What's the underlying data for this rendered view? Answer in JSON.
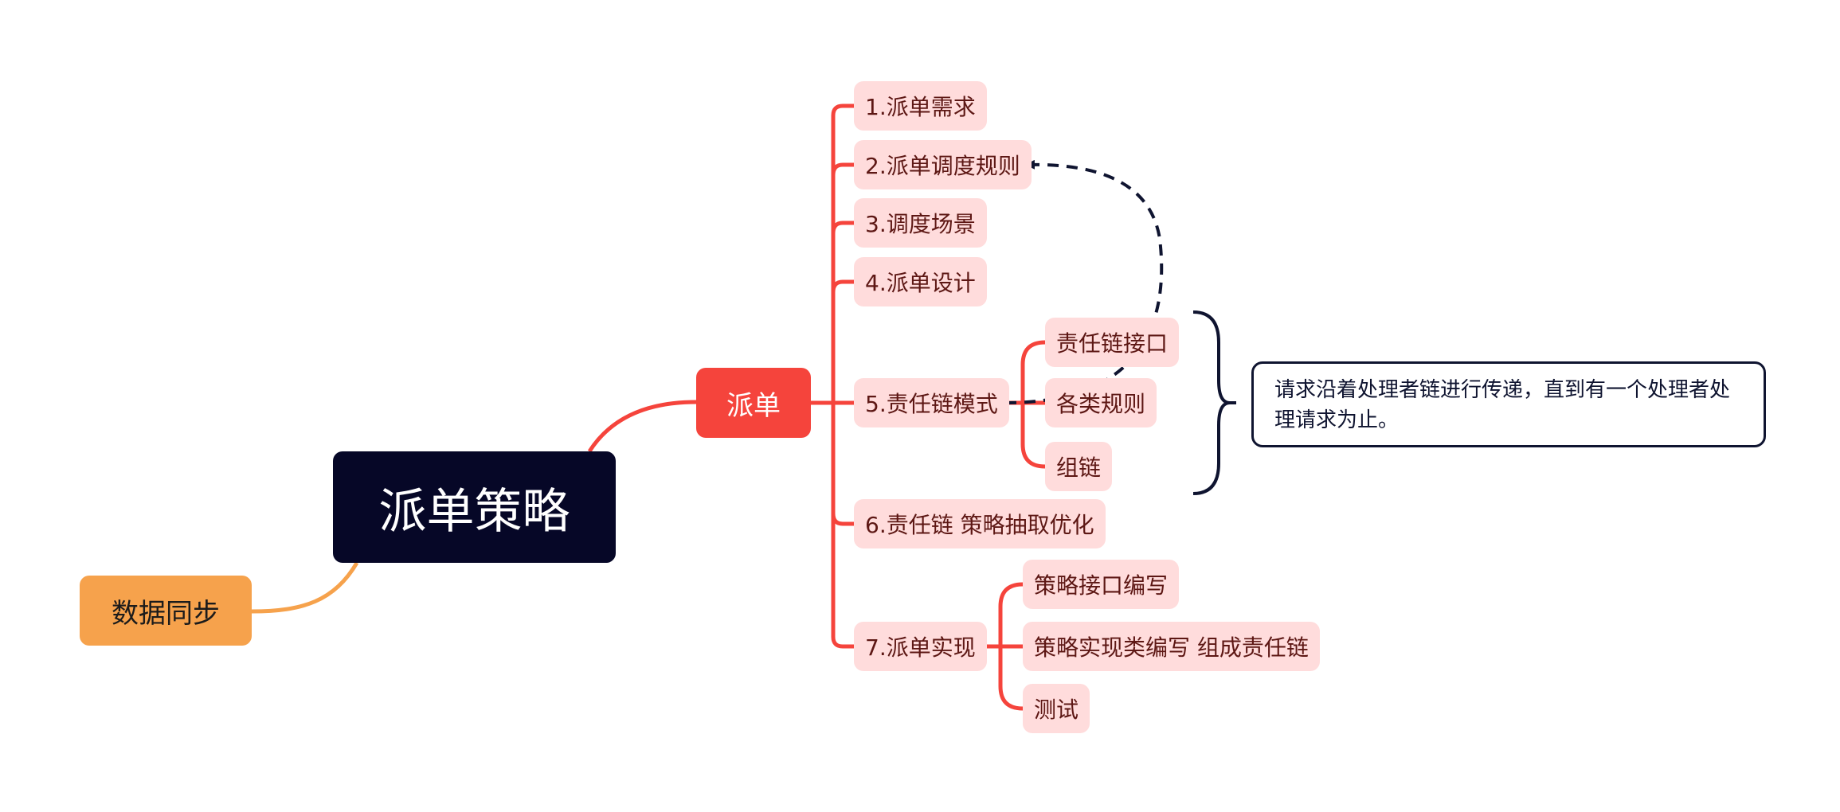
{
  "root": {
    "label": "派单策略"
  },
  "side_topic": {
    "label": "数据同步"
  },
  "main_topic": {
    "label": "派单"
  },
  "steps": [
    {
      "label": "1.派单需求"
    },
    {
      "label": "2.派单调度规则"
    },
    {
      "label": "3.调度场景"
    },
    {
      "label": "4.派单设计"
    },
    {
      "label": "5.责任链模式",
      "children": [
        "责任链接口",
        "各类规则",
        "组链"
      ]
    },
    {
      "label": "6.责任链 策略抽取优化"
    },
    {
      "label": "7.派单实现",
      "children": [
        "策略接口编写",
        "策略实现类编写 组成责任链",
        "测试"
      ]
    }
  ],
  "summary_note": {
    "text": "请求沿着处理者链进行传递，直到有一个处理者处理请求为止。"
  },
  "colors": {
    "root_bg": "#060727",
    "main_bg": "#f5443c",
    "side_bg": "#f6a24c",
    "sub_bg": "#ffdcdc",
    "branch_line": "#f5443c",
    "side_line": "#f6a24c",
    "relation_line": "#0f1430"
  }
}
